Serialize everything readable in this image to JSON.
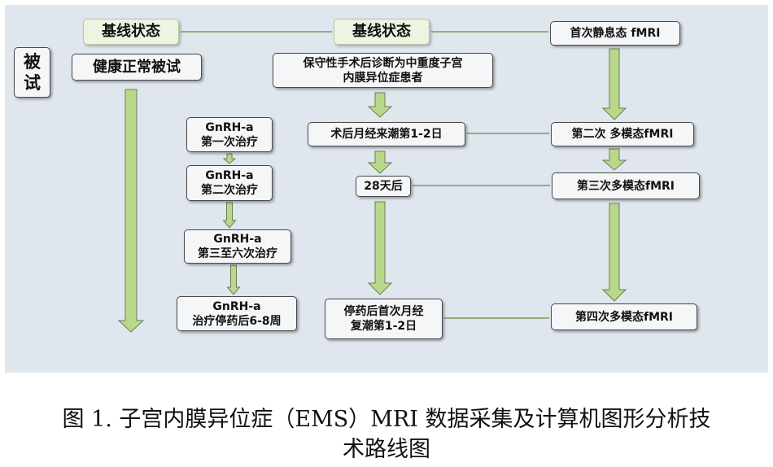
{
  "colors": {
    "arrow_fill": "#b9d88a",
    "arrow_stroke": "#6a7d55",
    "connector": "#7a9a5a",
    "panel": "#dfe6ee"
  },
  "side_label": "被\n试",
  "healthy": {
    "baseline": "基线状态",
    "group": "健康正常被试"
  },
  "ems": {
    "baseline": "基线状态",
    "group": "保守性手术后诊断为中重度子宫\n内膜异位症患者",
    "post_op": "术后月经来潮第1-2日",
    "day28": "28天后",
    "after_drug": "停药后首次月经\n复潮第1-2日"
  },
  "treatment": {
    "t1": "GnRH-a\n第一次治疗",
    "t2": "GnRH-a\n第二次治疗",
    "t3": "GnRH-a\n第三至六次治疗",
    "t4": "GnRH-a\n治疗停药后6-8周"
  },
  "mri": {
    "m1": "首次静息态 fMRI",
    "m2": "第二次 多模态fMRI",
    "m3": "第三次多模态fMRI",
    "m4": "第四次多模态fMRI"
  },
  "caption": {
    "line1": "图 1. 子宫内膜异位症（EMS）MRI 数据采集及计算机图形分析技",
    "line2": "术路线图"
  }
}
